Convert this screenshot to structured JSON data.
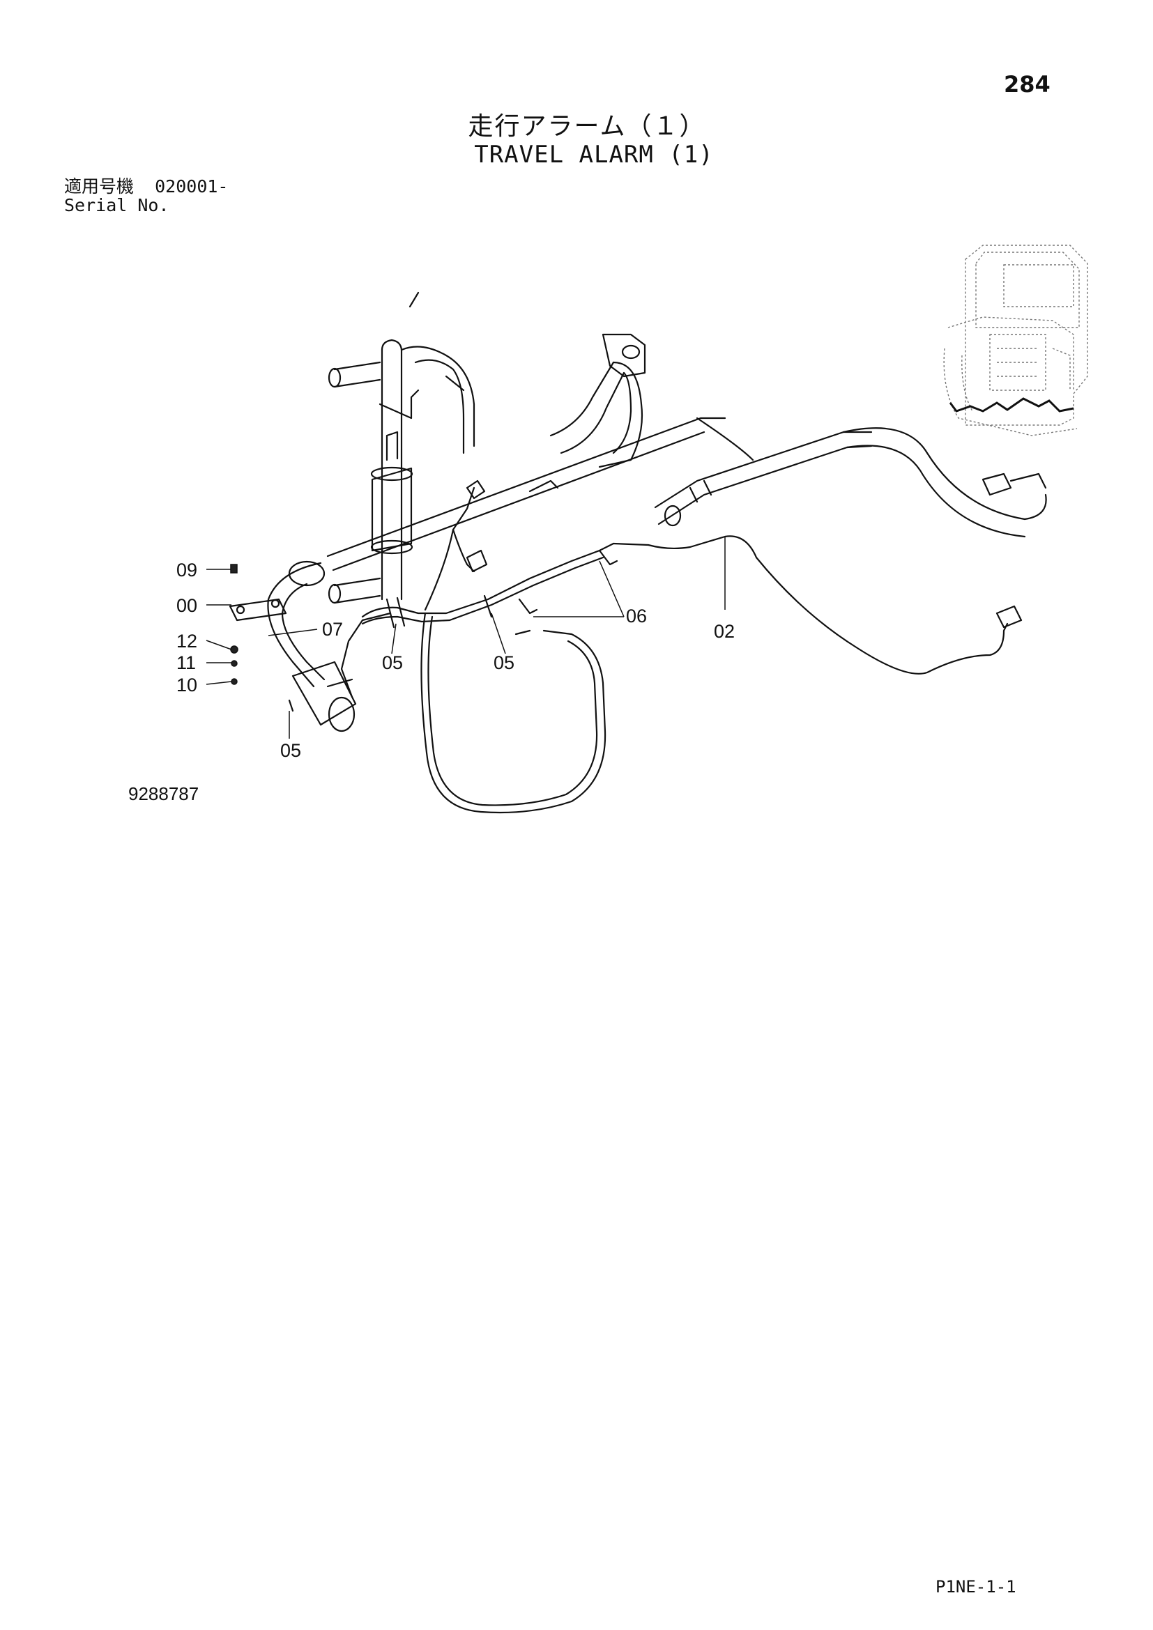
{
  "page_number": "284",
  "title_jp": "走行アラーム（１）",
  "title_en": "TRAVEL ALARM (1)",
  "serial": {
    "label_jp": "適用号機",
    "value": "020001-",
    "label_en": "Serial No."
  },
  "callouts": [
    "09",
    "00",
    "12",
    "11",
    "10",
    "07",
    "05",
    "05",
    "05",
    "06",
    "02"
  ],
  "drawing_number": "9288787",
  "page_code": "P1NE-1-1"
}
